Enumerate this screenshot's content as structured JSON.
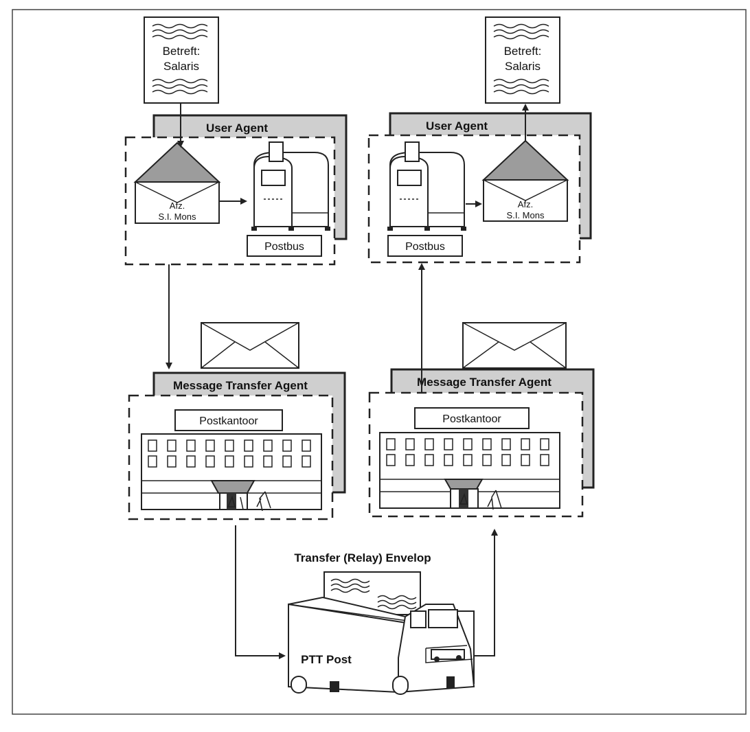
{
  "sender": {
    "document_label": [
      "Betreft:",
      "Salaris"
    ],
    "user_agent_title": "User Agent",
    "envelope_label": [
      "Afz.",
      "S.I. Mons"
    ],
    "mailbox_label": "Postbus",
    "mta_title": "Message Transfer Agent",
    "post_office_label": "Postkantoor"
  },
  "receiver": {
    "document_label": [
      "Betreft:",
      "Salaris"
    ],
    "user_agent_title": "User Agent",
    "envelope_label": [
      "Afz.",
      "S.I. Mons"
    ],
    "mailbox_label": "Postbus",
    "mta_title": "Message Transfer Agent",
    "post_office_label": "Postkantoor"
  },
  "relay": {
    "title": "Transfer (Relay) Envelop",
    "truck_label": "PTT Post"
  },
  "icons": [
    "document-icon",
    "envelope-icon",
    "mailbox-icon",
    "post-office-building-icon",
    "truck-icon",
    "relay-envelope-icon"
  ]
}
